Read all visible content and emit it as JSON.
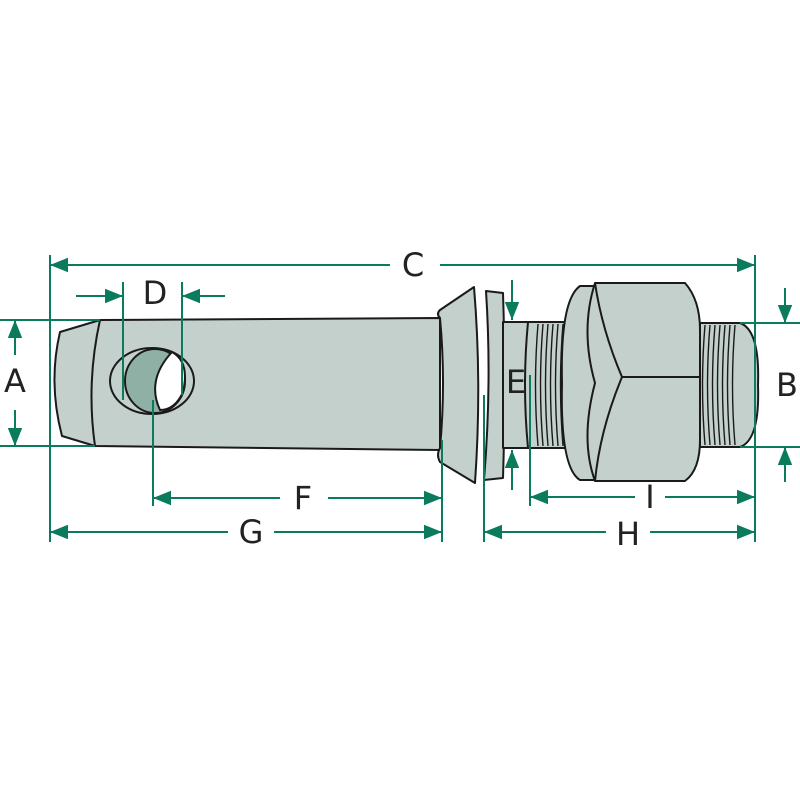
{
  "title": "Lower link pin with nut - dimension drawing",
  "labels": {
    "A": "A",
    "B": "B",
    "C": "C",
    "D": "D",
    "E": "E",
    "F": "F",
    "G": "G",
    "H": "H",
    "I": "I"
  },
  "colors": {
    "dimension": "#0b7b5d",
    "part": "#c3d0cc",
    "hole_shade": "#8fb0a4",
    "outline": "#1a1a1a"
  }
}
